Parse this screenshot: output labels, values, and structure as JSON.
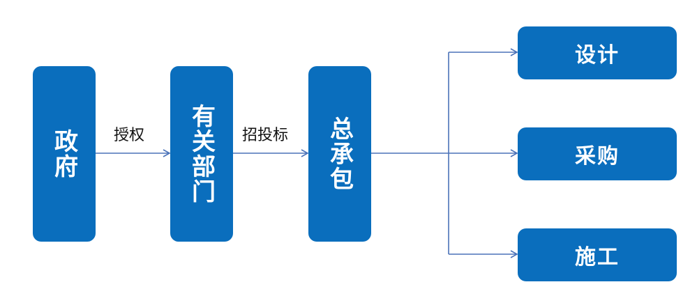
{
  "nodes": {
    "government": "政府",
    "department": "有关部门",
    "contractor": "总承包",
    "design": "设计",
    "procurement": "采购",
    "construction": "施工"
  },
  "edges": {
    "authorize": "授权",
    "bidding": "招投标"
  },
  "colors": {
    "node_fill": "#0a6ebd",
    "line": "#4a72b8"
  }
}
